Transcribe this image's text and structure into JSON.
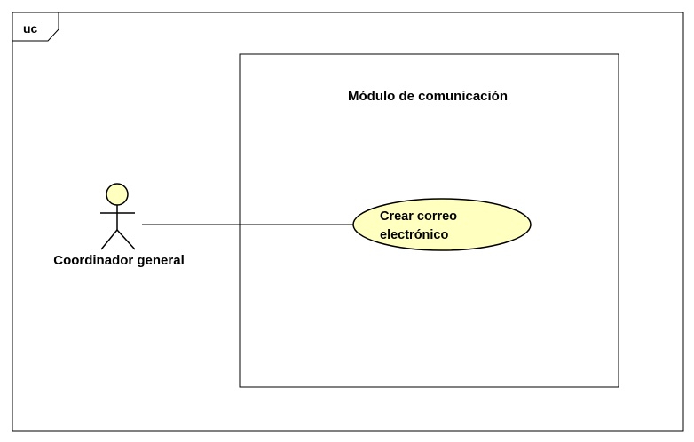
{
  "frame": {
    "label": "uc"
  },
  "system_boundary": {
    "title": "Módulo de comunicación"
  },
  "actor": {
    "name": "Coordinador general"
  },
  "use_case": {
    "line1": "Crear correo",
    "line2": "electrónico"
  },
  "colors": {
    "fill": "#ffffc0",
    "stroke": "#000000",
    "background": "#ffffff"
  }
}
